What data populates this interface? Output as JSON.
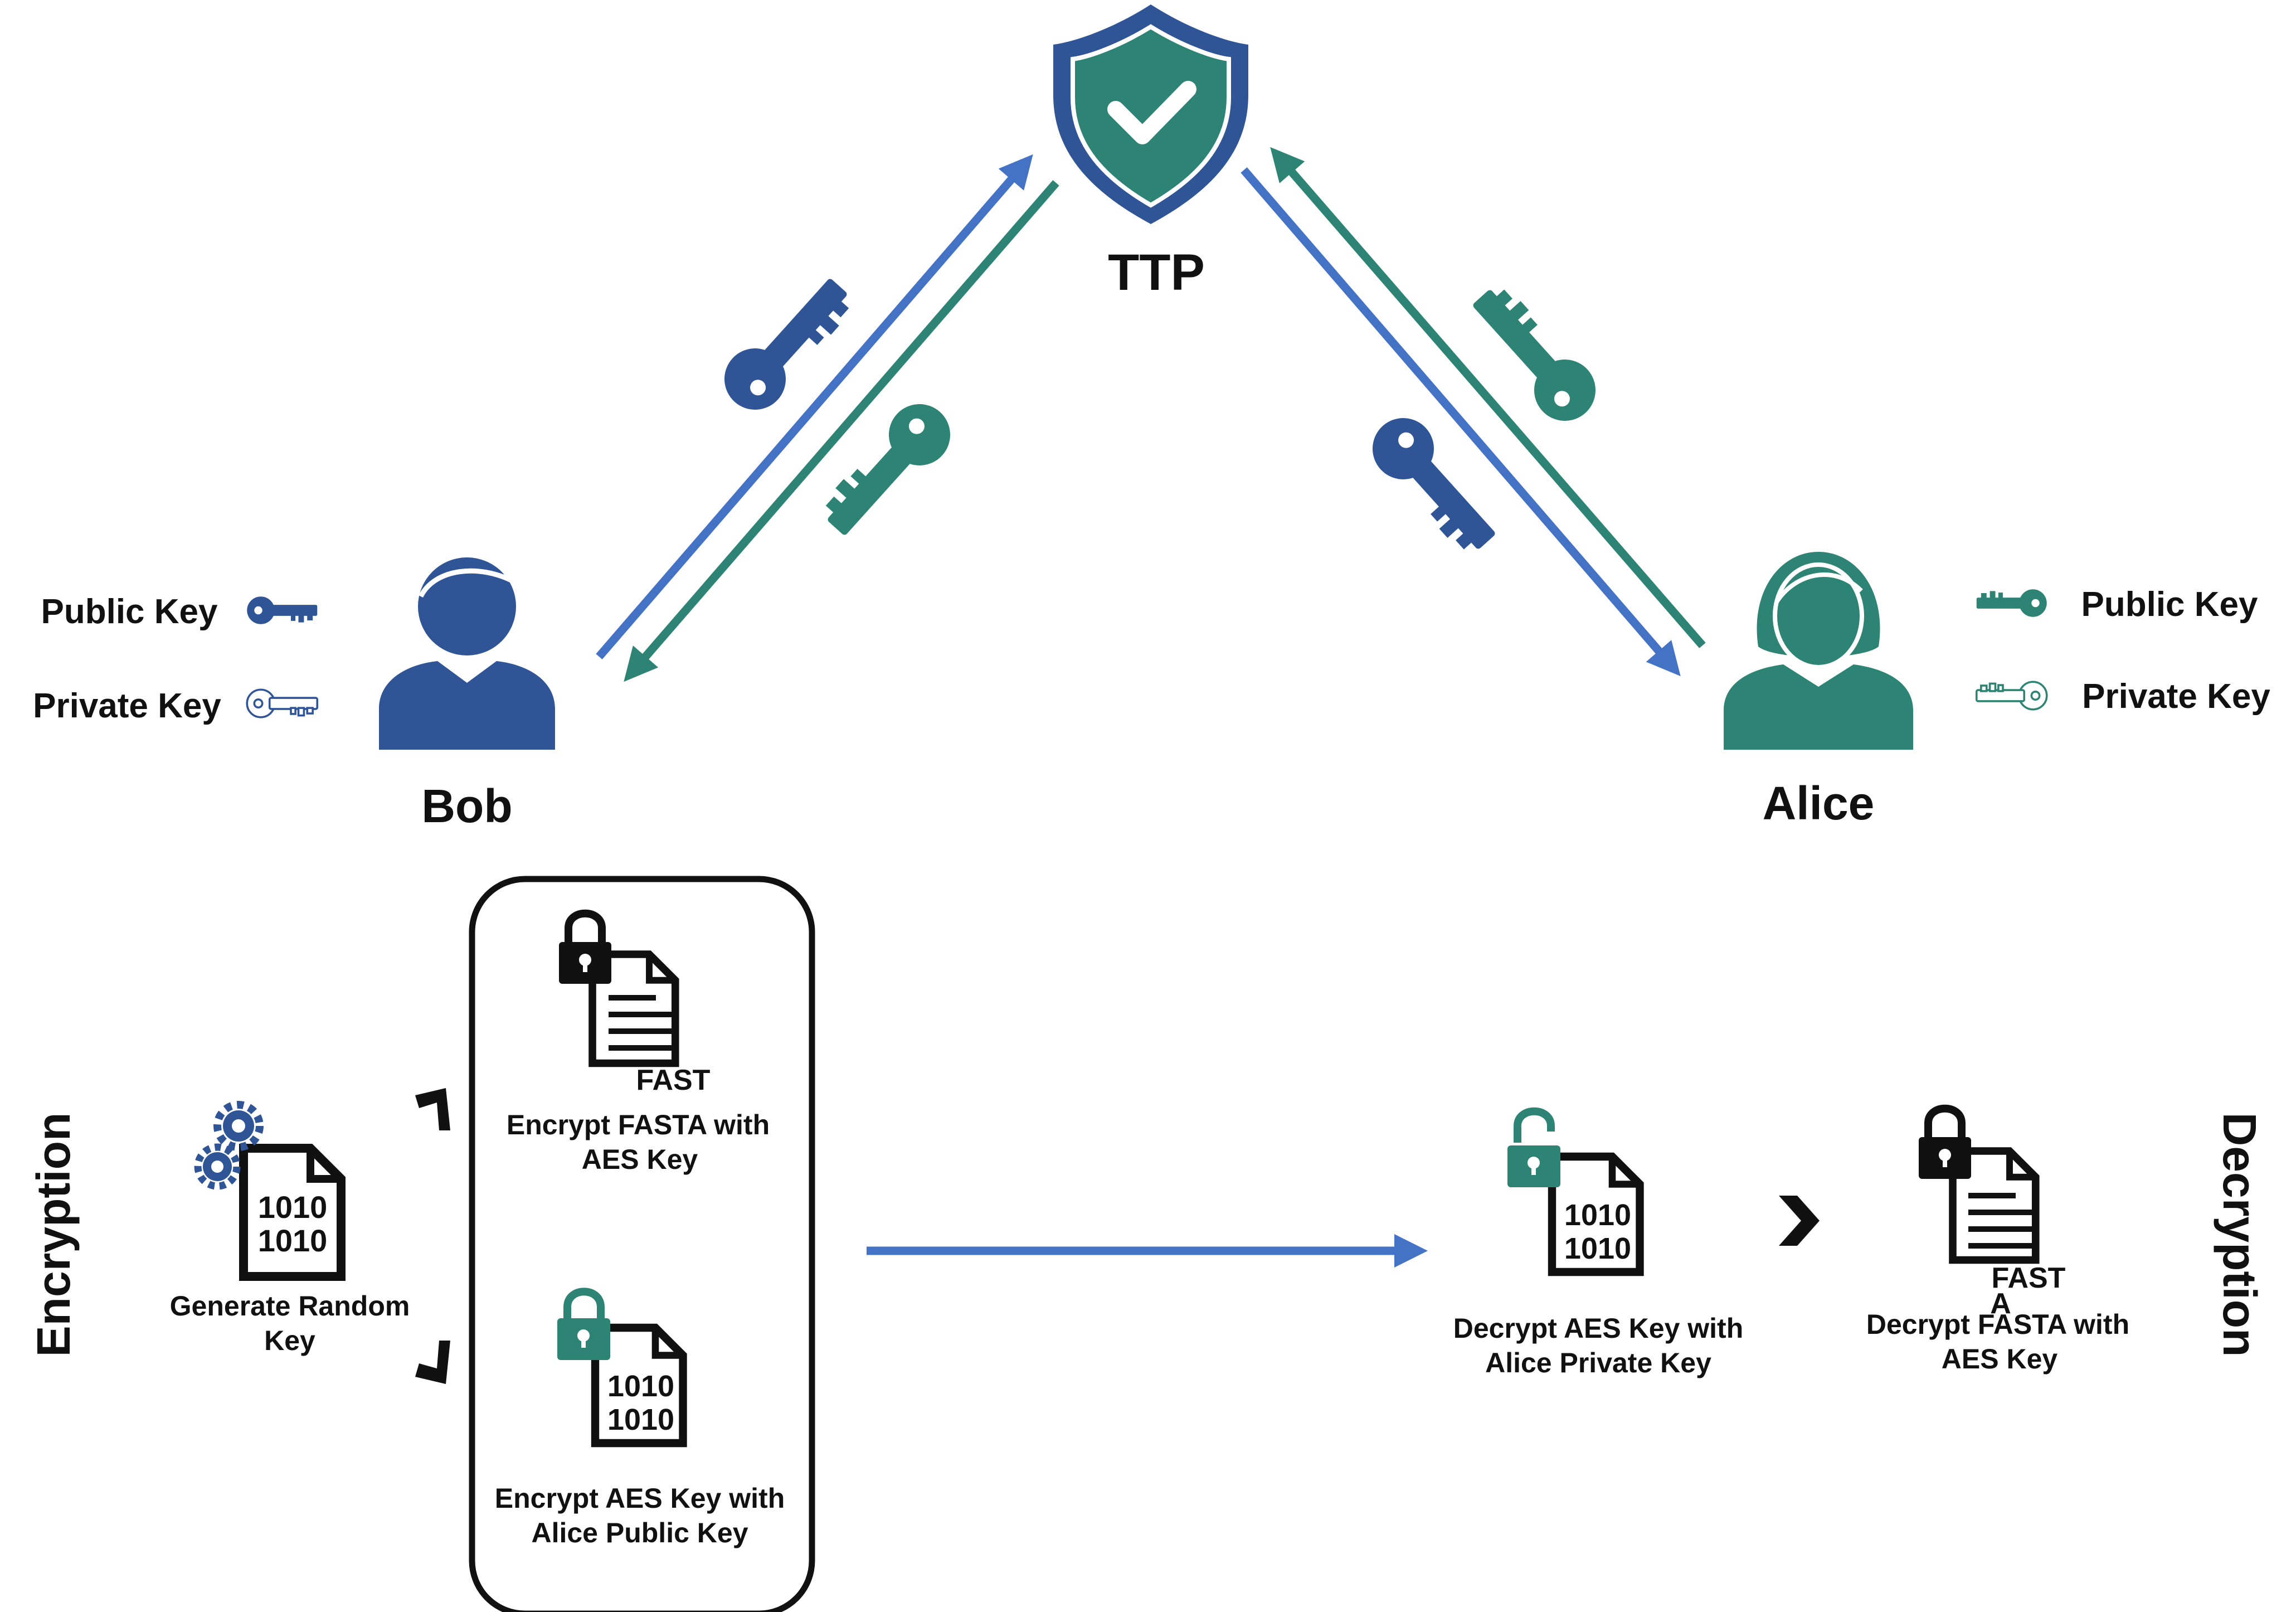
{
  "colors": {
    "blue": "#2F5597",
    "teal": "#2E8474",
    "arrow_blue": "#4472C4",
    "arrow_teal": "#2E8474",
    "ink": "#111111"
  },
  "ttp": {
    "label": "TTP",
    "icon": "shield-check-icon"
  },
  "bob": {
    "label": "Bob",
    "icon": "male-user-icon",
    "public_key_label": "Public Key",
    "private_key_label": "Private Key"
  },
  "alice": {
    "label": "Alice",
    "icon": "female-user-icon",
    "public_key_label": "Public Key",
    "private_key_label": "Private Key"
  },
  "sections": {
    "left": "Encryption",
    "right": "Decryption"
  },
  "steps": {
    "generate": {
      "line1": "Generate Random",
      "line2": "Key",
      "icon": "binary-file-gear-icon"
    },
    "encrypt_fasta": {
      "tag": "FAST",
      "line1": "Encrypt FASTA with",
      "line2": "AES Key",
      "icon": "locked-document-icon"
    },
    "encrypt_aes": {
      "line1": "Encrypt AES Key with",
      "line2": "Alice Public Key",
      "icon": "locked-binary-file-icon"
    },
    "decrypt_aes": {
      "line1": "Decrypt AES Key with",
      "line2": "Alice Private Key",
      "icon": "unlocked-binary-file-icon"
    },
    "decrypt_fasta": {
      "tag": "FAST",
      "tag2": "A",
      "line1": "Decrypt FASTA with",
      "line2": "AES Key",
      "icon": "locked-document-icon"
    }
  },
  "binary_text": {
    "line1": "1010",
    "line2": "1010"
  }
}
